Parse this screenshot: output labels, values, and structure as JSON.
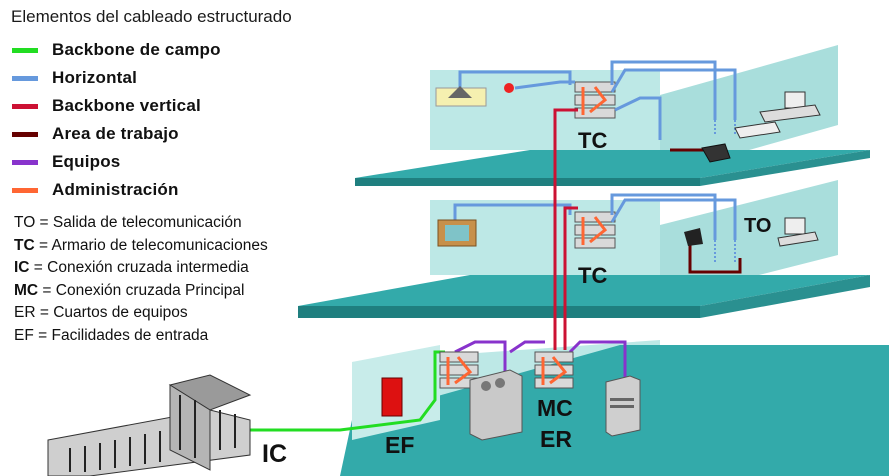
{
  "title": "Elementos del cableado estructurado",
  "legend": [
    {
      "label": "Backbone de campo",
      "color": "#22dd22"
    },
    {
      "label": "Horizontal",
      "color": "#6699dd"
    },
    {
      "label": "Backbone vertical",
      "color": "#cc1133"
    },
    {
      "label": "Area de trabajo",
      "color": "#660000"
    },
    {
      "label": "Equipos",
      "color": "#8833cc"
    },
    {
      "label": "Administración",
      "color": "#ff6633"
    }
  ],
  "definitions": [
    {
      "abbr": "TO",
      "text": " = Salida de telecomunicación",
      "bold": false
    },
    {
      "abbr": "TC",
      "text": " = Armario de telecomunicaciones",
      "bold": true
    },
    {
      "abbr": "IC",
      "text": " = Conexión cruzada intermedia",
      "bold": true
    },
    {
      "abbr": "MC",
      "text": " = Conexión cruzada Principal",
      "bold": true
    },
    {
      "abbr": "ER",
      "text": " = Cuartos de equipos",
      "bold": false
    },
    {
      "abbr": "EF",
      "text": " = Facilidades de entrada",
      "bold": false
    }
  ],
  "labels": {
    "tc_top": "TC",
    "tc_middle": "TC",
    "to": "TO",
    "mc": "MC",
    "er": "ER",
    "ef": "EF",
    "ic": "IC"
  },
  "colors": {
    "floor_top": "#33aaaa",
    "floor_side": "#1f7f7f",
    "wall": "#bde8e6",
    "wall_dark": "#9fd6d4",
    "tc_panel": "#d9d9d9"
  }
}
